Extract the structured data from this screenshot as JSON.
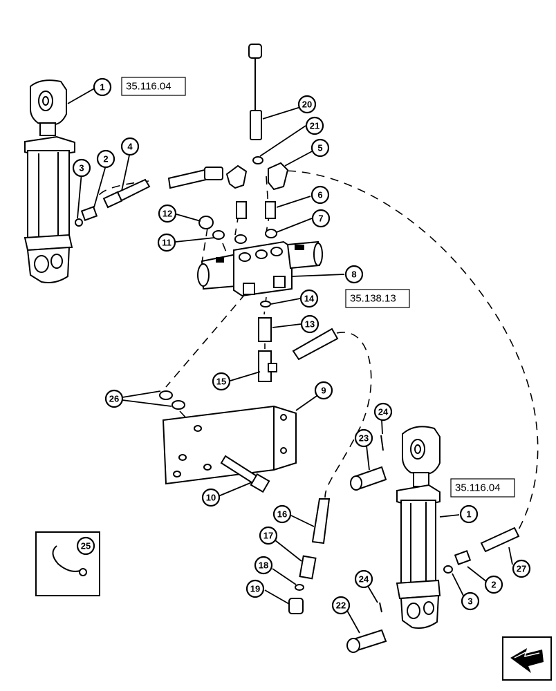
{
  "references": [
    {
      "id": "ref-top-left",
      "text": "35.116.04"
    },
    {
      "id": "ref-middle",
      "text": "35.138.13"
    },
    {
      "id": "ref-right",
      "text": "35.116.04"
    }
  ],
  "callouts": [
    {
      "id": "c1a",
      "label": "1"
    },
    {
      "id": "c1b",
      "label": "1"
    },
    {
      "id": "c2a",
      "label": "2"
    },
    {
      "id": "c2b",
      "label": "2"
    },
    {
      "id": "c3a",
      "label": "3"
    },
    {
      "id": "c3b",
      "label": "3"
    },
    {
      "id": "c4",
      "label": "4"
    },
    {
      "id": "c5",
      "label": "5"
    },
    {
      "id": "c6",
      "label": "6"
    },
    {
      "id": "c7",
      "label": "7"
    },
    {
      "id": "c8",
      "label": "8"
    },
    {
      "id": "c9",
      "label": "9"
    },
    {
      "id": "c10",
      "label": "10"
    },
    {
      "id": "c11",
      "label": "11"
    },
    {
      "id": "c12",
      "label": "12"
    },
    {
      "id": "c13",
      "label": "13"
    },
    {
      "id": "c14",
      "label": "14"
    },
    {
      "id": "c15",
      "label": "15"
    },
    {
      "id": "c16",
      "label": "16"
    },
    {
      "id": "c17",
      "label": "17"
    },
    {
      "id": "c18",
      "label": "18"
    },
    {
      "id": "c19",
      "label": "19"
    },
    {
      "id": "c20",
      "label": "20"
    },
    {
      "id": "c21",
      "label": "21"
    },
    {
      "id": "c22",
      "label": "22"
    },
    {
      "id": "c23",
      "label": "23"
    },
    {
      "id": "c24a",
      "label": "24"
    },
    {
      "id": "c24b",
      "label": "24"
    },
    {
      "id": "c25",
      "label": "25"
    },
    {
      "id": "c26",
      "label": "26"
    },
    {
      "id": "c27",
      "label": "27"
    }
  ],
  "icons": {
    "nav": "back-arrow-icon",
    "inset": "hose-clamp-icon"
  }
}
